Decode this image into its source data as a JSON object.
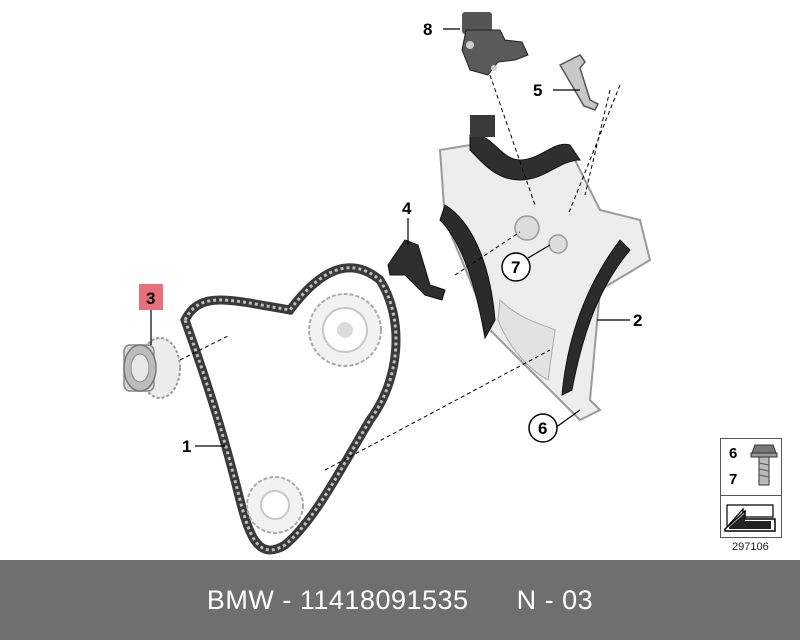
{
  "callouts": {
    "c1": "1",
    "c2": "2",
    "c3": "3",
    "c4": "4",
    "c5": "5",
    "c6": "6",
    "c7": "7",
    "c8": "8"
  },
  "legend": {
    "top": "6",
    "bottom": "7"
  },
  "reference_code": "297106",
  "footer": {
    "brand": "BMW",
    "separator": " - ",
    "part_number": "11418091535",
    "position": "N - 03"
  },
  "colors": {
    "highlight": "#e8707a",
    "footer_bg": "#6f6f6f"
  }
}
